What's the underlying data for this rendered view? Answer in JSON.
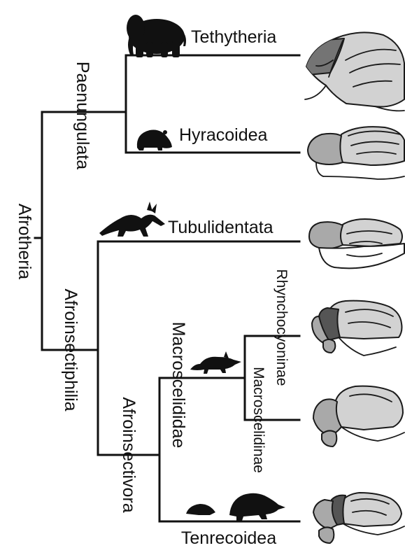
{
  "tree": {
    "root": "Afrotheria",
    "clades": {
      "paenungulata": "Paenungulata",
      "afroinsectiphilia": "Afroinsectiphilia",
      "afroinsectivora": "Afroinsectivora",
      "macroscelididae": "Macroscelididae"
    },
    "taxa": {
      "tethytheria": "Tethytheria",
      "hyracoidea": "Hyracoidea",
      "tubulidentata": "Tubulidentata",
      "rhynchocyoninae": "Rhynchocyoninae",
      "macroscelidinae": "Macroscelidinae",
      "tenrecoidea": "Tenrecoidea"
    }
  },
  "colors": {
    "ink": "#111111",
    "brain_light": "#d2d2d2",
    "brain_mid": "#a9a9a9",
    "brain_dark": "#747474",
    "background": "#ffffff"
  },
  "icons": [
    "elephant-icon",
    "hyrax-icon",
    "aardvark-icon",
    "elephant-shrew-icon",
    "tenrec-icon",
    "brain-icon"
  ]
}
